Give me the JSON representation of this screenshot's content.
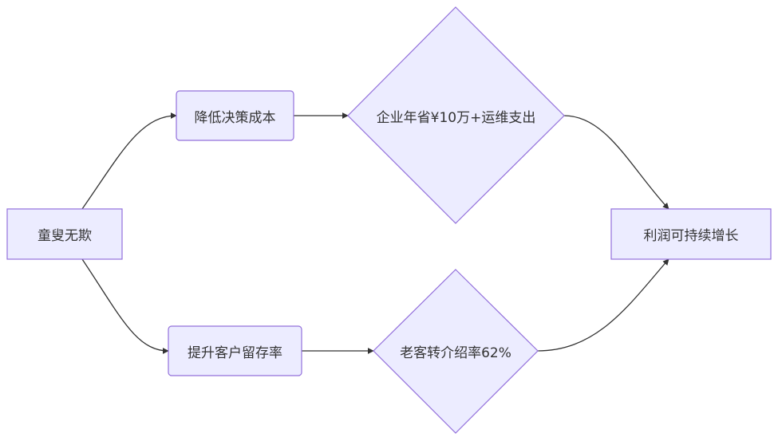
{
  "diagram": {
    "nodes": {
      "root": {
        "label": "童叟无欺"
      },
      "reduce_cost": {
        "label": "降低决策成本"
      },
      "retention": {
        "label": "提升客户留存率"
      },
      "enterprise_savings": {
        "label": "企业年省¥10万+运维支出"
      },
      "referral_rate": {
        "label": "老客转介绍率62%"
      },
      "profit": {
        "label": "利润可持续增长"
      }
    },
    "edges": [
      {
        "from": "root",
        "to": "reduce_cost"
      },
      {
        "from": "root",
        "to": "retention"
      },
      {
        "from": "reduce_cost",
        "to": "enterprise_savings"
      },
      {
        "from": "retention",
        "to": "referral_rate"
      },
      {
        "from": "enterprise_savings",
        "to": "profit"
      },
      {
        "from": "referral_rate",
        "to": "profit"
      }
    ],
    "colors": {
      "node_fill": "#ECECFF",
      "node_stroke": "#9370DB",
      "edge": "#333333",
      "text": "#333333"
    }
  }
}
